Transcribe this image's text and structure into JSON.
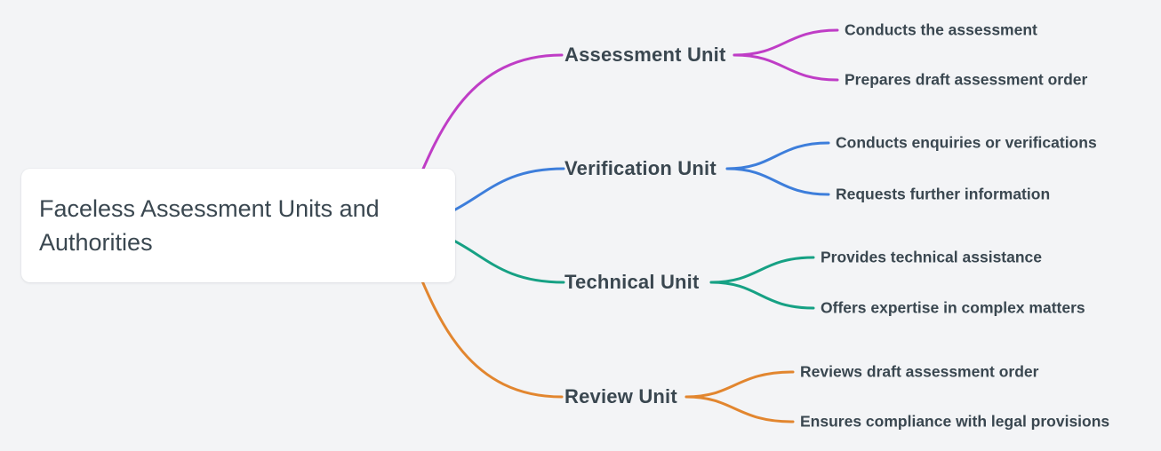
{
  "canvas": {
    "background": "#f3f4f6",
    "text_color": "#3a4750"
  },
  "root": {
    "title": "Faceless Assessment Units and Authorities"
  },
  "branches": [
    {
      "name": "Assessment Unit",
      "color": "#bf3dc6",
      "children": [
        "Conducts the assessment",
        "Prepares draft assessment order"
      ]
    },
    {
      "name": "Verification Unit",
      "color": "#3d7edb",
      "children": [
        "Conducts enquiries or verifications",
        "Requests further information"
      ]
    },
    {
      "name": "Technical Unit",
      "color": "#16a184",
      "children": [
        "Provides technical assistance",
        "Offers expertise in complex matters"
      ]
    },
    {
      "name": "Review Unit",
      "color": "#e2862f",
      "children": [
        "Reviews draft assessment order",
        "Ensures compliance with legal provisions"
      ]
    }
  ]
}
